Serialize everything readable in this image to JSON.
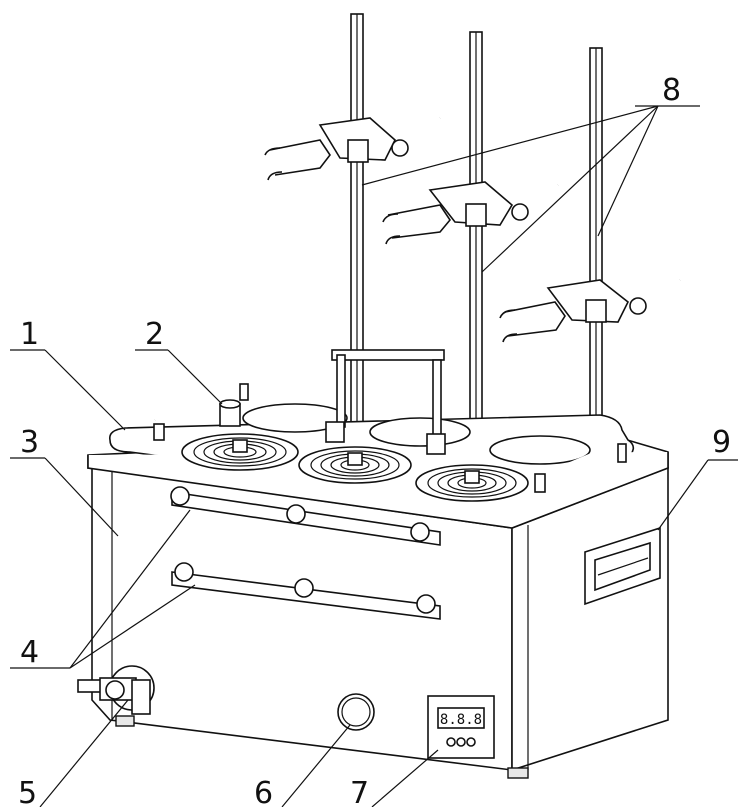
{
  "labels": {
    "l1": "1",
    "l2": "2",
    "l3": "3",
    "l4": "4",
    "l5": "5",
    "l6": "6",
    "l7": "7",
    "l8": "8",
    "l9": "9"
  },
  "display": {
    "readout": "8.8.8"
  }
}
